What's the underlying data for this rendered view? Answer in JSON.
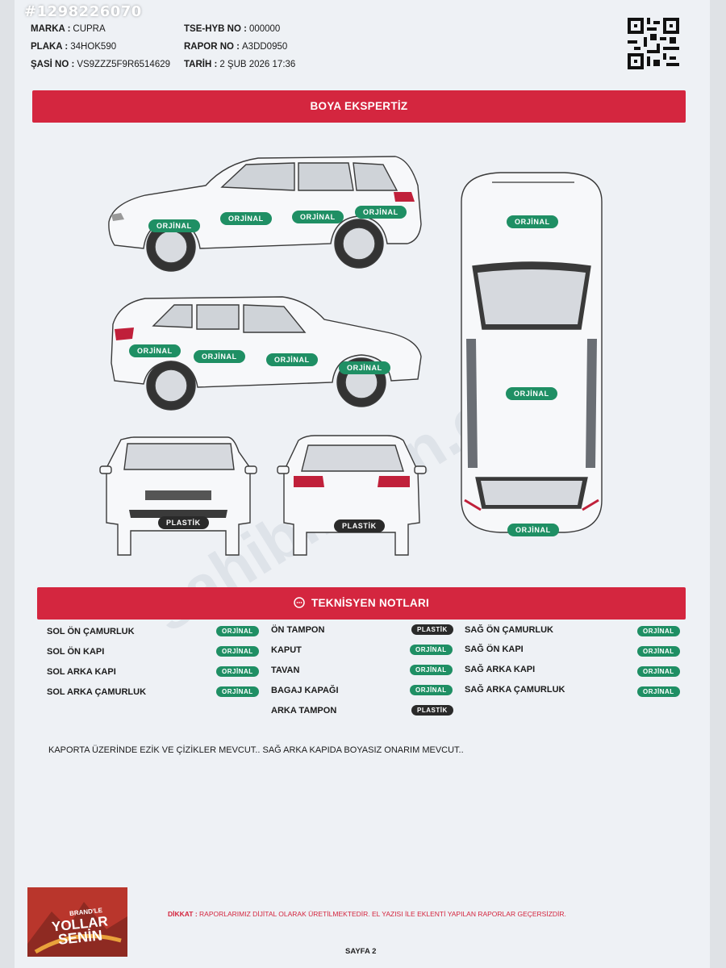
{
  "listing_id": "#1298226070",
  "header": {
    "marka_label": "MARKA :",
    "marka_value": "CUPRA",
    "plaka_label": "PLAKA :",
    "plaka_value": "34HOK590",
    "sasi_label": "ŞASİ NO :",
    "sasi_value": "VS9ZZZ5F9R6514629",
    "tse_label": "TSE-HYB NO :",
    "tse_value": "000000",
    "rapor_label": "RAPOR NO :",
    "rapor_value": "A3DD0950",
    "tarih_label": "TARİH :",
    "tarih_value": "2 ŞUB 2026 17:36"
  },
  "section1_title": "BOYA EKSPERTİZ",
  "diagram_tags": {
    "left_front_fender": "ORJİNAL",
    "left_front_door": "ORJİNAL",
    "left_rear_door": "ORJİNAL",
    "left_rear_fender": "ORJİNAL",
    "right_rear_fender": "ORJİNAL",
    "right_rear_door": "ORJİNAL",
    "right_front_door": "ORJİNAL",
    "right_front_fender": "ORJİNAL",
    "hood": "ORJİNAL",
    "roof": "ORJİNAL",
    "trunk": "ORJİNAL",
    "front_bumper": "PLASTİK",
    "rear_bumper": "PLASTİK"
  },
  "section2_title": "TEKNİSYEN NOTLARI",
  "notes": {
    "col1": [
      {
        "part": "SOL ÖN ÇAMURLUK",
        "status": "ORJİNAL"
      },
      {
        "part": "SOL ÖN KAPI",
        "status": "ORJİNAL"
      },
      {
        "part": "SOL ARKA KAPI",
        "status": "ORJİNAL"
      },
      {
        "part": "SOL ARKA ÇAMURLUK",
        "status": "ORJİNAL"
      }
    ],
    "col2": [
      {
        "part": "ÖN TAMPON",
        "status": "PLASTİK"
      },
      {
        "part": "KAPUT",
        "status": "ORJİNAL"
      },
      {
        "part": "TAVAN",
        "status": "ORJİNAL"
      },
      {
        "part": "BAGAJ KAPAĞI",
        "status": "ORJİNAL"
      },
      {
        "part": "ARKA TAMPON",
        "status": "PLASTİK"
      }
    ],
    "col3": [
      {
        "part": "SAĞ ÖN ÇAMURLUK",
        "status": "ORJİNAL"
      },
      {
        "part": "SAĞ ÖN KAPI",
        "status": "ORJİNAL"
      },
      {
        "part": "SAĞ ARKA KAPI",
        "status": "ORJİNAL"
      },
      {
        "part": "SAĞ ARKA ÇAMURLUK",
        "status": "ORJİNAL"
      }
    ]
  },
  "comment": "KAPORTA ÜZERİNDE EZİK VE ÇİZİKLER MEVCUT.. SAĞ ARKA KAPIDA BOYASIZ ONARIM MEVCUT..",
  "footer": {
    "dikkat_label": "DİKKAT :",
    "dikkat_text": "RAPORLARIMIZ DİJİTAL OLARAK ÜRETİLMEKTEDİR. EL YAZISI İLE EKLENTİ YAPILAN RAPORLAR GEÇERSİZDİR.",
    "page": "SAYFA 2"
  },
  "badge": {
    "line1": "BRAND'LE",
    "line2": "YOLLAR",
    "line3": "SENİN"
  },
  "watermark": "sahibinden.com",
  "colors": {
    "accent": "#d4263f",
    "orjinal": "#1f8f64",
    "plastik": "#2a2a2a",
    "paper": "#eef1f5"
  }
}
